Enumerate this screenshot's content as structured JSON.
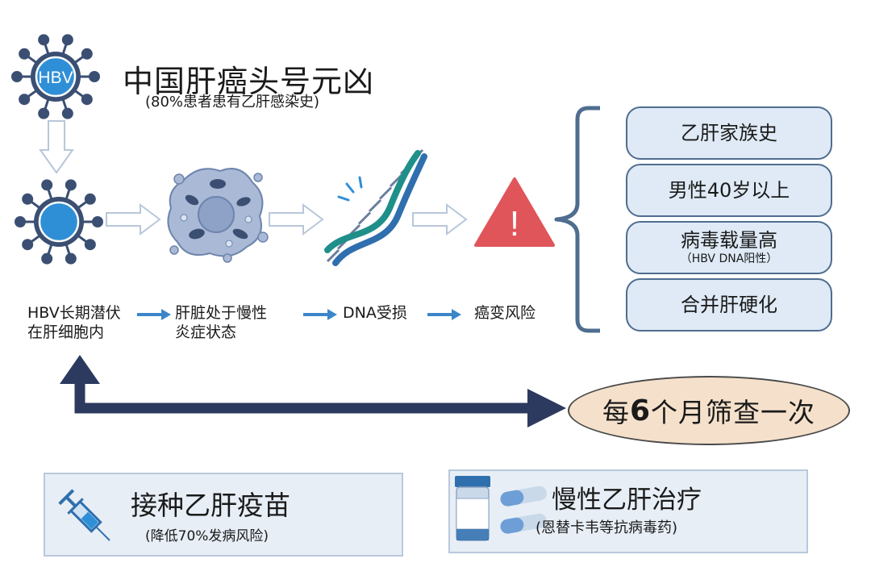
{
  "virus_badge": "HBV",
  "title": "中国肝癌头号元凶",
  "subtitle": "(80%患者患有乙肝感染史)",
  "pathway": [
    {
      "line1": "HBV长期潜伏",
      "line2": "在肝细胞内"
    },
    {
      "line1": "肝脏处于慢性",
      "line2": "炎症状态"
    },
    {
      "line1": "DNA受损",
      "line2": ""
    },
    {
      "line1": "癌变风险",
      "line2": ""
    }
  ],
  "warning_symbol": "!",
  "risk_factors": [
    {
      "label": "乙肝家族史",
      "sub": ""
    },
    {
      "label": "男性40岁以上",
      "sub": ""
    },
    {
      "label": "病毒载量高",
      "sub": "（HBV DNA阳性）"
    },
    {
      "label": "合并肝硬化",
      "sub": ""
    }
  ],
  "screening": {
    "prefix": "每",
    "number": "6",
    "suffix": "个月筛查一次"
  },
  "prevention": {
    "vaccine": {
      "title": "接种乙肝疫苗",
      "note": "(降低70%发病风险)"
    },
    "treatment": {
      "title": "慢性乙肝治疗",
      "note": "(恩替卡韦等抗病毒药)"
    }
  },
  "colors": {
    "navy": "#2d3a5f",
    "arrow_blue": "#3b86c8",
    "virus_blue": "#2f8fd6",
    "warning_red": "#e0555a",
    "risk_box_fill": "#dfeaf6",
    "screening_fill": "#f5e1cb",
    "card_fill": "#e7eef6"
  },
  "icons": [
    "hbv-virus-icon",
    "virus-icon",
    "inflamed-liver-cell-icon",
    "dna-helix-icon",
    "warning-triangle-icon",
    "syringe-icon",
    "pill-bottle-icon",
    "capsule-icon"
  ]
}
